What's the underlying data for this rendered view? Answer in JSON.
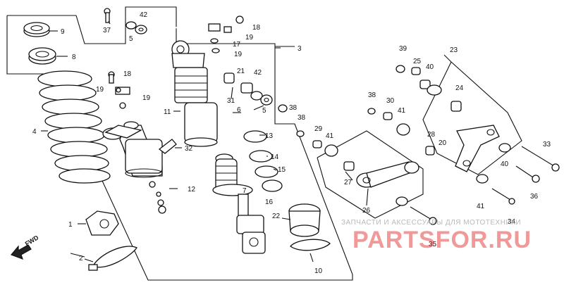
{
  "callouts": {
    "c1": "1",
    "c2": "2",
    "c3": "3",
    "c4": "4",
    "c5a": "5",
    "c5b": "5",
    "c6": "6",
    "c7": "7",
    "c8": "8",
    "c9": "9",
    "c10": "10",
    "c11": "11",
    "c12": "12",
    "c13": "13",
    "c14": "14",
    "c15": "15",
    "c16": "16",
    "c17": "17",
    "c18a": "18",
    "c18b": "18",
    "c19a": "19",
    "c19b": "19",
    "c19c": "19",
    "c19d": "19",
    "c20": "20",
    "c21": "21",
    "c22": "22",
    "c23": "23",
    "c24": "24",
    "c25": "25",
    "c26": "26",
    "c27": "27",
    "c28": "28",
    "c29": "29",
    "c30": "30",
    "c31": "31",
    "c32": "32",
    "c33": "33",
    "c34": "34",
    "c35": "35",
    "c36": "36",
    "c37": "37",
    "c38a": "38",
    "c38b": "38",
    "c38c": "38",
    "c39": "39",
    "c40a": "40",
    "c40b": "40",
    "c41a": "41",
    "c41b": "41",
    "c41c": "41",
    "c42a": "42",
    "c42b": "42"
  },
  "fwd_label": "FWD",
  "watermark": {
    "tagline": "ЗАПЧАСТИ И АКСЕССУАРЫ ДЛЯ МОТОТЕХНИКИ",
    "logo": "PARTSFOR.RU"
  }
}
